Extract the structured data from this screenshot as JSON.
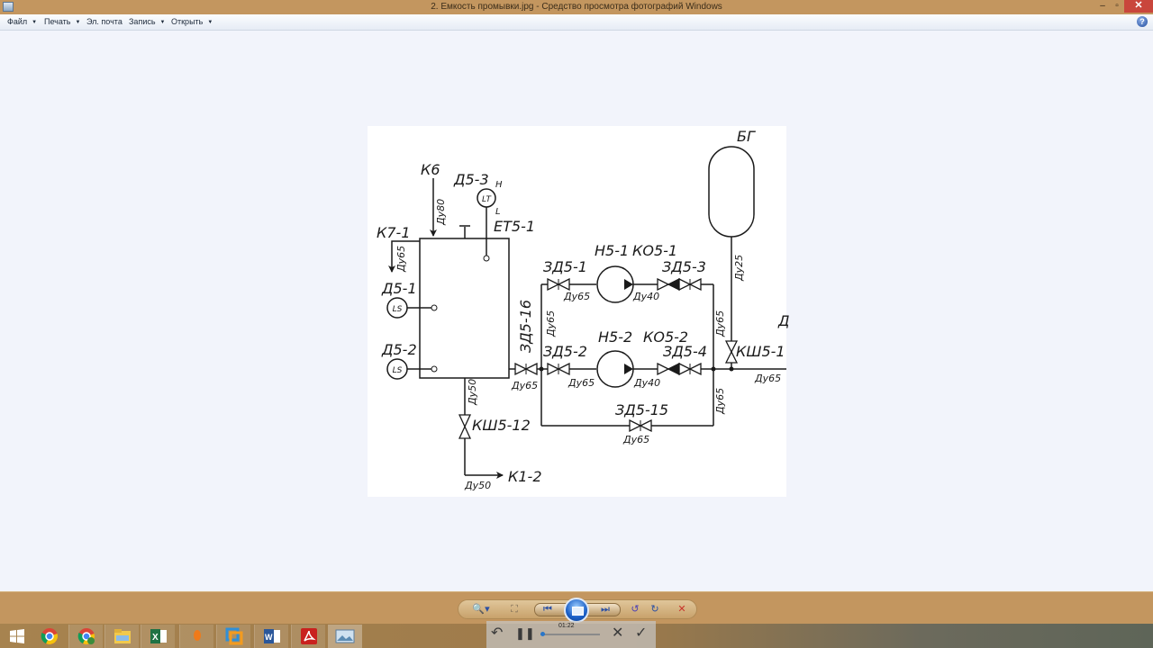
{
  "window": {
    "title": "2. Емкость промывки.jpg - Средство просмотра фотографий Windows",
    "buttons": {
      "minimize": "–",
      "restore": "▫",
      "close": "✕"
    }
  },
  "menu": {
    "items": [
      {
        "label": "Файл",
        "has_dropdown": true
      },
      {
        "label": "Печать",
        "has_dropdown": true
      },
      {
        "label": "Эл. почта",
        "has_dropdown": false
      },
      {
        "label": "Запись",
        "has_dropdown": true
      },
      {
        "label": "Открыть",
        "has_dropdown": true
      }
    ],
    "help": "?"
  },
  "diagram": {
    "tank": {
      "inlet_label": "К6",
      "inlet_size": "Ду80",
      "overflow_label": "К7-1",
      "overflow_size": "Ду65",
      "heater_label": "ЕТ5-1"
    },
    "level_transmitter": {
      "tag": "Д5-3",
      "symbol": "LT",
      "high": "H",
      "low": "L"
    },
    "level_switches": [
      {
        "tag": "Д5-1",
        "symbol": "LS"
      },
      {
        "tag": "Д5-2",
        "symbol": "LS"
      }
    ],
    "outlet_valve": {
      "tag": "ЗД5-16",
      "size": "Ду65"
    },
    "drain": {
      "valve": "КШ5-12",
      "size_upper": "Ду50",
      "size_lower": "Ду50",
      "destination": "К1-2"
    },
    "header_size": "Ду65",
    "pump_lines": [
      {
        "pump": "Н5-1",
        "check_valve": "КО5-1",
        "suction_valve": "ЗД5-1",
        "discharge_valve": "ЗД5-3",
        "suction_size": "Ду65",
        "discharge_size": "Ду40"
      },
      {
        "pump": "Н5-2",
        "check_valve": "КО5-2",
        "suction_valve": "ЗД5-2",
        "discharge_valve": "ЗД5-4",
        "suction_size": "Ду65",
        "discharge_size": "Ду40"
      }
    ],
    "bypass": {
      "valve": "ЗД5-15",
      "size": "Ду65"
    },
    "return_sizes": {
      "upper": "Ду65",
      "lower": "Ду65"
    },
    "accumulator": {
      "tag": "БГ",
      "size": "Ду25",
      "valve": "КШ5-1"
    },
    "outlet_size": "Ду65",
    "cut_label": "Д"
  },
  "viewer_controls": {
    "zoom": "🔍▾",
    "fit": "⛶",
    "previous": "⏮",
    "next": "⏭",
    "rotate_ccw": "↺",
    "rotate_cw": "↻",
    "delete": "✕"
  },
  "media_overlay": {
    "time": "01:22",
    "undo": "↶",
    "pause": "❚❚",
    "cancel": "✕",
    "confirm": "✓"
  },
  "taskbar": {
    "items": [
      "start",
      "chrome",
      "chrome-profile",
      "file-explorer",
      "excel",
      "app-orange",
      "app-blue",
      "word",
      "acrobat",
      "photo-viewer"
    ]
  }
}
